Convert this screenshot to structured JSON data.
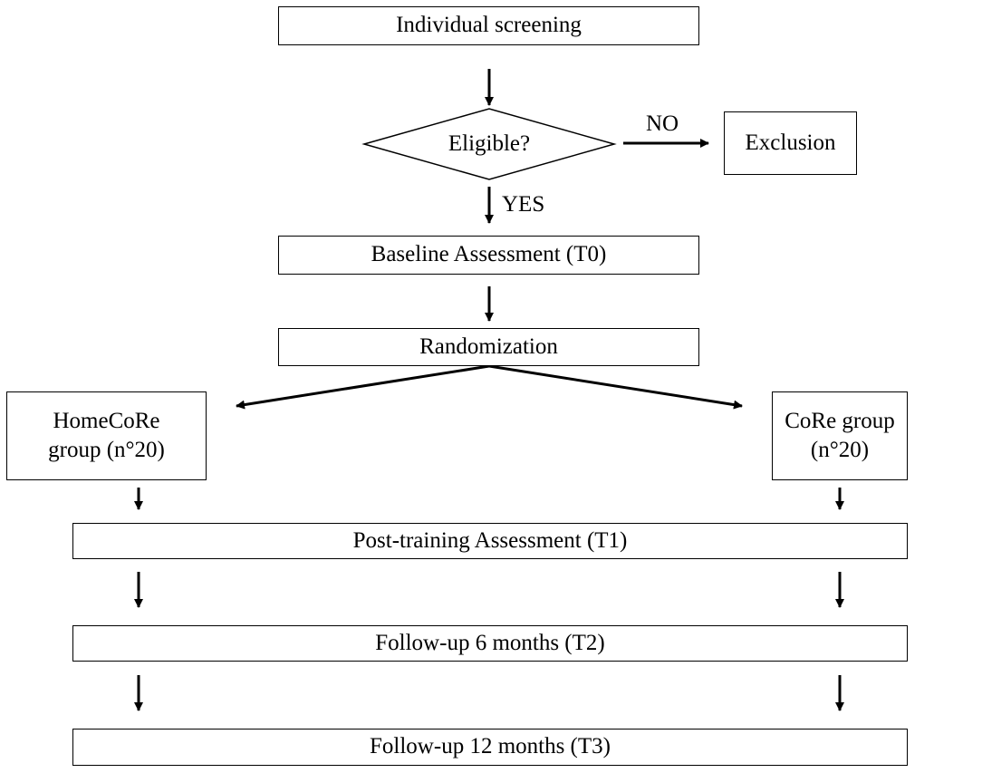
{
  "flowchart": {
    "screening": "Individual screening",
    "eligible": "Eligible?",
    "no_label": "NO",
    "yes_label": "YES",
    "exclusion": "Exclusion",
    "baseline": "Baseline Assessment (T0)",
    "randomization": "Randomization",
    "homecore_line1": "HomeCoRe",
    "homecore_line2": "group (n°20)",
    "core_line1": "CoRe group",
    "core_line2": "(n°20)",
    "post_training": "Post-training Assessment (T1)",
    "followup_6": "Follow-up 6 months (T2)",
    "followup_12": "Follow-up 12 months (T3)"
  }
}
